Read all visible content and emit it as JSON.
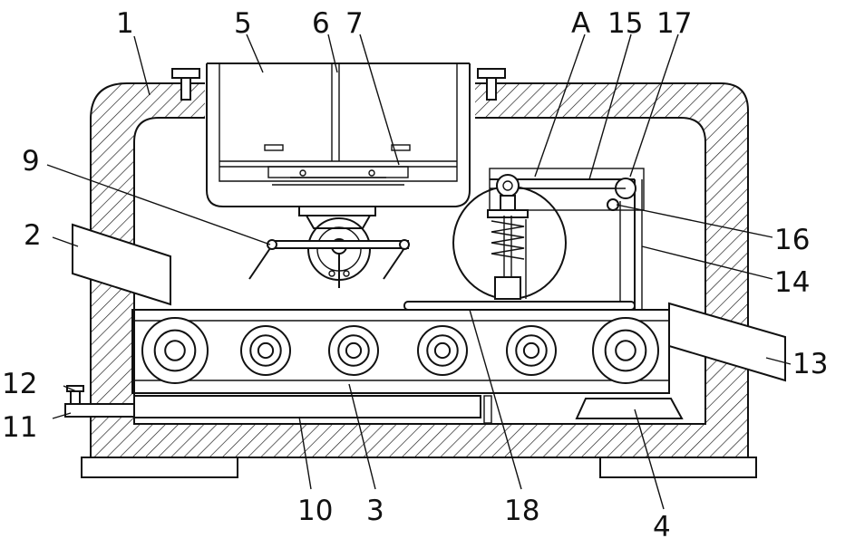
{
  "diagram": {
    "labels": {
      "l1": "1",
      "l2": "2",
      "l3": "3",
      "l4": "4",
      "l5": "5",
      "l6": "6",
      "l7": "7",
      "l9": "9",
      "l10": "10",
      "l11": "11",
      "l12": "12",
      "l13": "13",
      "l14": "14",
      "l15": "15",
      "l16": "16",
      "l17": "17",
      "l18": "18",
      "lA": "A"
    }
  }
}
